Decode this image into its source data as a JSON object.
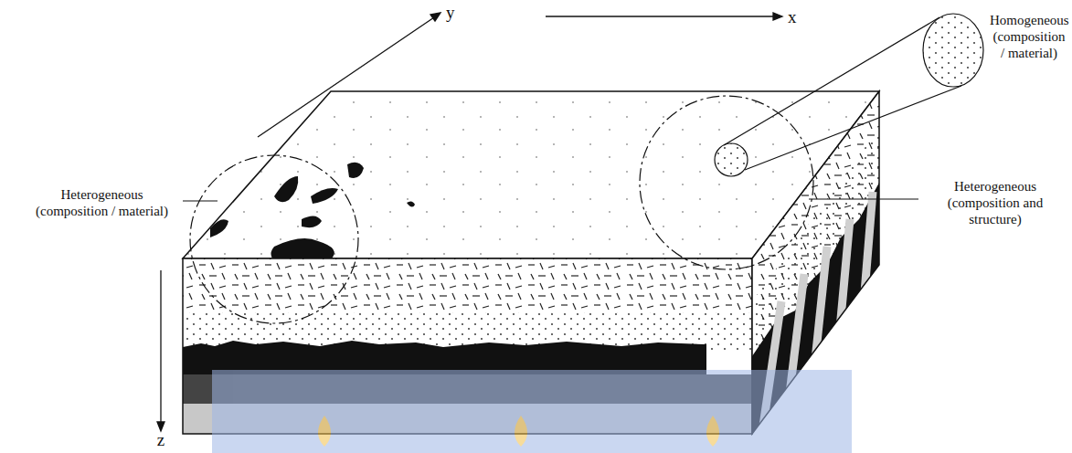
{
  "diagram": {
    "labels": [
      "y",
      "x",
      "z",
      "Heterogeneous (composition / material)",
      "Heterogeneous (composition and structure)",
      "Homogeneous (composition / material)"
    ]
  }
}
